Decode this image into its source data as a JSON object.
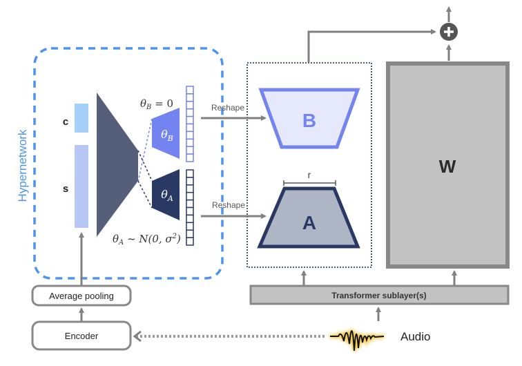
{
  "hypernetwork": {
    "label": "Hypernetwork",
    "inputs": {
      "c_label": "c",
      "s_label": "s"
    },
    "theta_b": {
      "label": "θ",
      "sub": "B",
      "init_prefix": "θ",
      "init_sub": "B",
      "init_suffix": " = 0"
    },
    "theta_a": {
      "label": "θ",
      "sub": "A",
      "init_prefix": "θ",
      "init_sub": "A",
      "init_suffix": " ~ N(0, σ",
      "init_sup": "2",
      "init_close": ")"
    },
    "vector_cells": 10
  },
  "lora": {
    "reshape_top": "Reshape",
    "reshape_bottom": "Reshape",
    "b_label": "B",
    "a_label": "A",
    "rank_label": "r"
  },
  "main_weight": {
    "label": "W"
  },
  "sum_symbol": "+",
  "transformer": {
    "label": "Transformer sublayer(s)"
  },
  "pooling": {
    "label": "Average pooling"
  },
  "encoder": {
    "label": "Encoder"
  },
  "audio": {
    "label": "Audio"
  },
  "colors": {
    "hyper_border": "#4d94f0",
    "c_block": "#a6d0f7",
    "s_block": "#b8c8f5",
    "trunk": "#555f7a",
    "theta_b": "#7383ef",
    "theta_a": "#2a3864",
    "b_fill": "#e6e9fb",
    "a_fill": "#aeb5c5",
    "arrow": "#808080",
    "w_fill": "#c2c2c2",
    "sum": "#555555"
  }
}
